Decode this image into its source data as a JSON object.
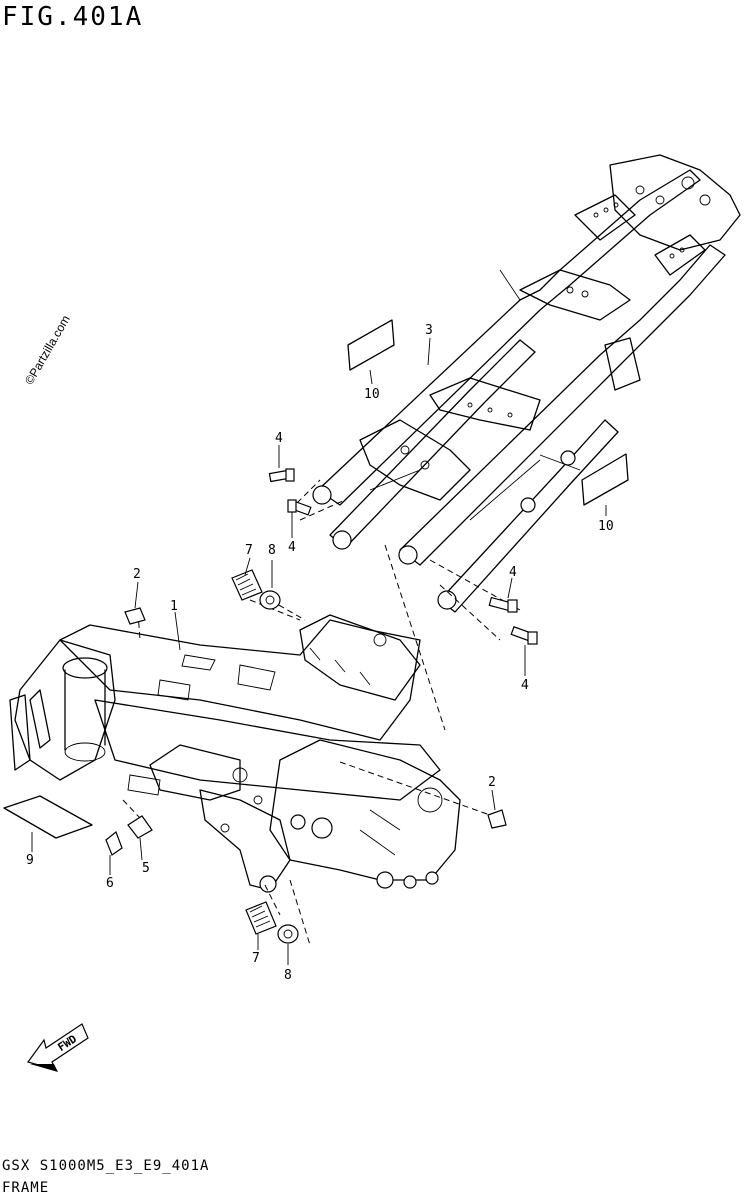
{
  "figure_title": "FIG.401A",
  "watermark": "©Partzilla.com",
  "footer": {
    "code": "GSX S1000M5_E3_E9_401A",
    "name": "FRAME"
  },
  "direction_arrow": {
    "label": "FWD",
    "icon": "forward-arrow-icon"
  },
  "callouts": [
    {
      "id": "c1",
      "label": "1"
    },
    {
      "id": "c2a",
      "label": "2"
    },
    {
      "id": "c2b",
      "label": "2"
    },
    {
      "id": "c3",
      "label": "3"
    },
    {
      "id": "c4a",
      "label": "4"
    },
    {
      "id": "c4b",
      "label": "4"
    },
    {
      "id": "c4c",
      "label": "4"
    },
    {
      "id": "c4d",
      "label": "4"
    },
    {
      "id": "c5",
      "label": "5"
    },
    {
      "id": "c6",
      "label": "6"
    },
    {
      "id": "c7a",
      "label": "7"
    },
    {
      "id": "c7b",
      "label": "7"
    },
    {
      "id": "c8a",
      "label": "8"
    },
    {
      "id": "c8b",
      "label": "8"
    },
    {
      "id": "c9",
      "label": "9"
    },
    {
      "id": "c10a",
      "label": "10"
    },
    {
      "id": "c10b",
      "label": "10"
    }
  ]
}
